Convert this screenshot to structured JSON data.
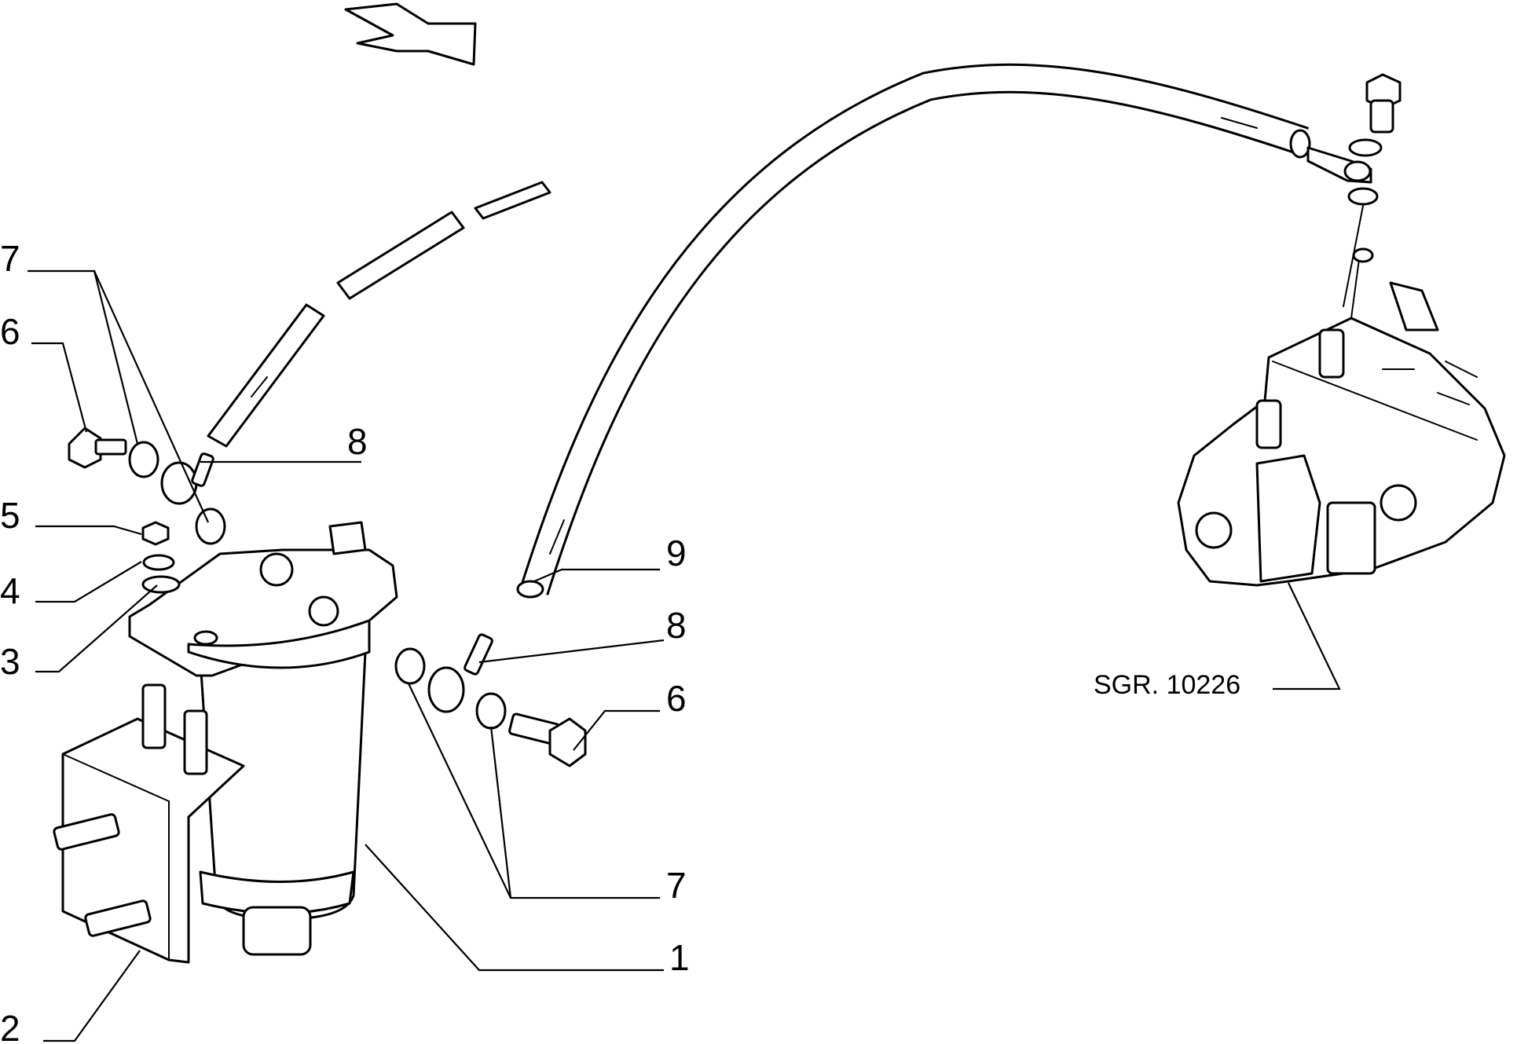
{
  "diagram": {
    "direction_arrow": "direction-arrow-icon",
    "reference_label": "SGR. 10226",
    "callouts": {
      "c7_top": "7",
      "c6_left": "6",
      "c5": "5",
      "c4": "4",
      "c3": "3",
      "c2": "2",
      "c8_upper": "8",
      "c9": "9",
      "c8_lower": "8",
      "c6_right": "6",
      "c7_bottom": "7",
      "c1": "1"
    },
    "parts": [
      "fuel-filter-assembly",
      "mounting-bracket",
      "washer",
      "spring-washer",
      "nut",
      "banjo-bolt",
      "sealing-washer",
      "banjo-fitting",
      "fuel-hose",
      "injection-pump"
    ]
  }
}
